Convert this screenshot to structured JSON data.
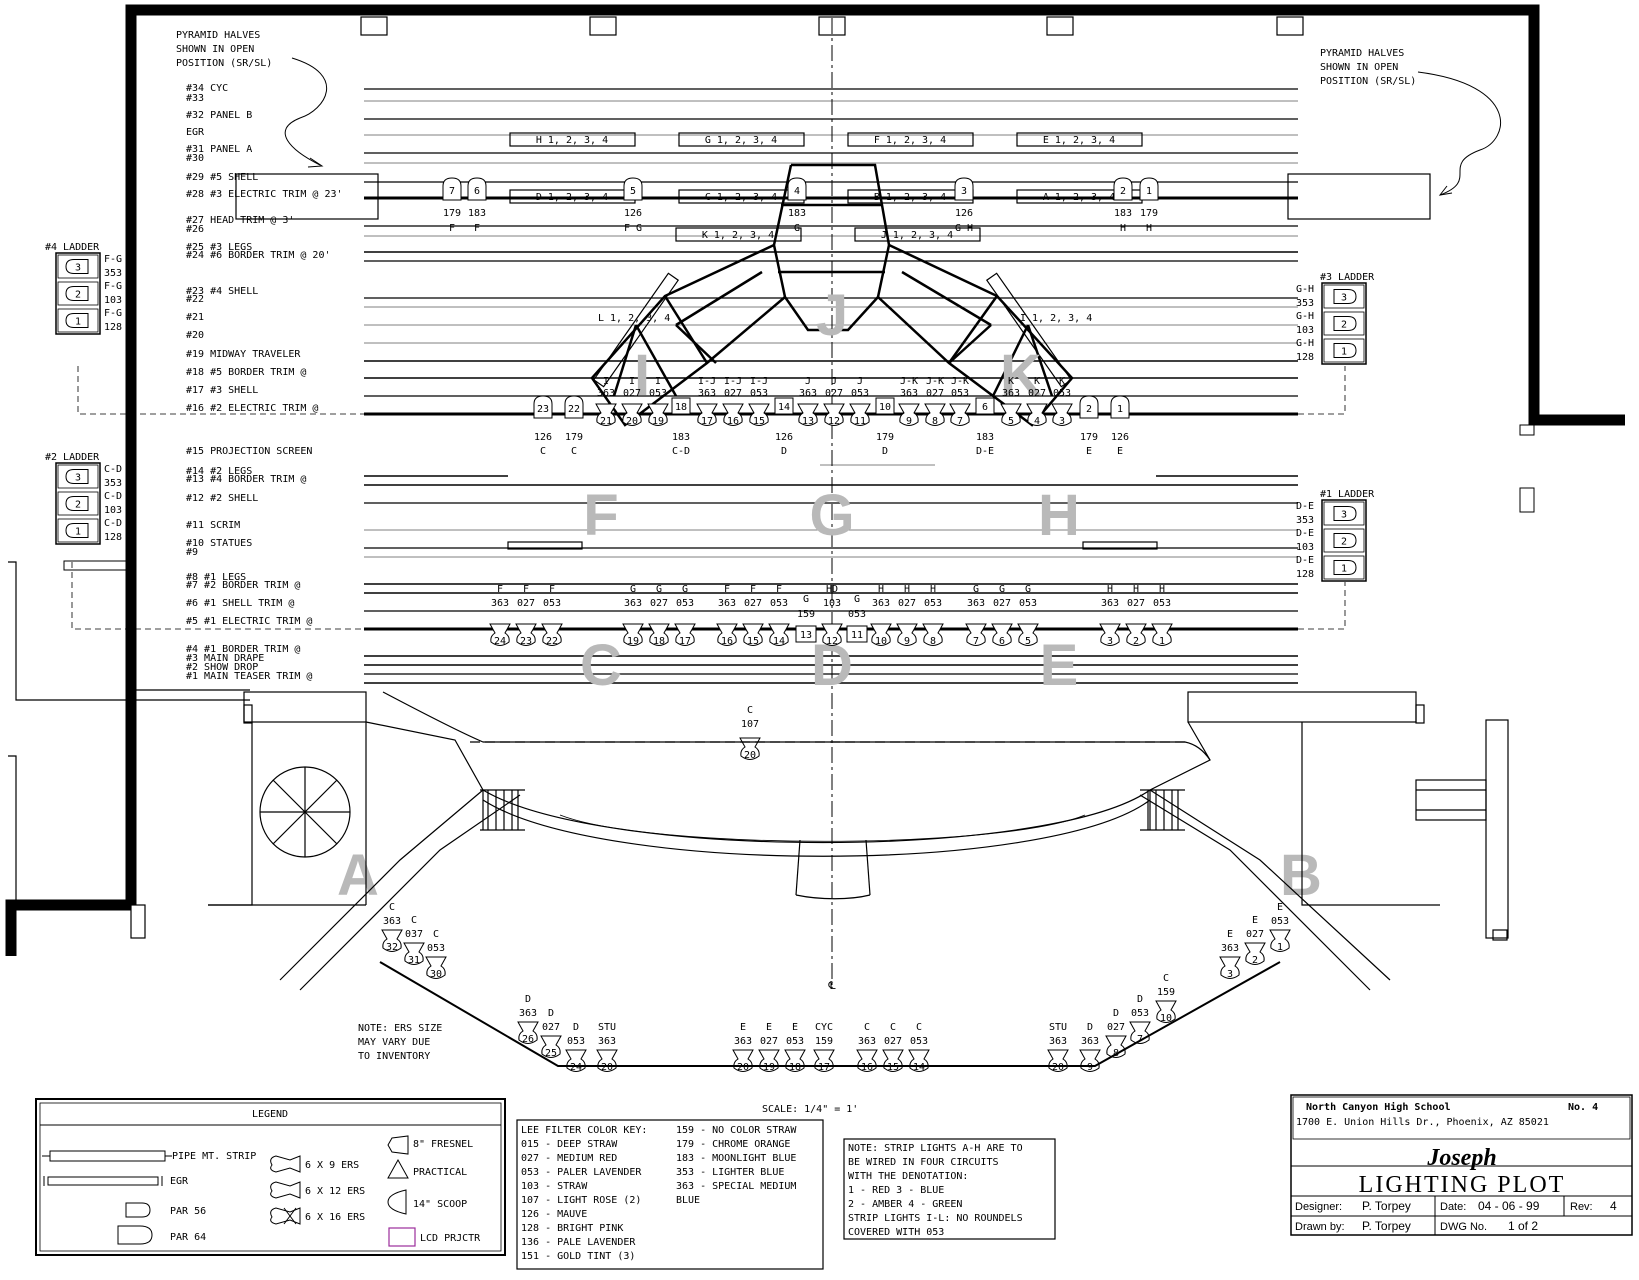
{
  "notes": {
    "pyramid_left": [
      "PYRAMID HALVES",
      "SHOWN IN OPEN",
      "POSITION (SR/SL)"
    ],
    "pyramid_right": [
      "PYRAMID HALVES",
      "SHOWN IN OPEN",
      "POSITION (SR/SL)"
    ],
    "ers": [
      "NOTE: ERS SIZE",
      "MAY VARY DUE",
      "TO INVENTORY"
    ],
    "strip": [
      "NOTE: STRIP LIGHTS A-H ARE TO",
      "BE WIRED IN FOUR CIRCUITS",
      "WITH THE DENOTATION:",
      "1 - RED        3 - BLUE",
      "2 - AMBER      4 - GREEN",
      "STRIP LIGHTS I-L: NO ROUNDELS",
      "COVERED WITH 053"
    ]
  },
  "linesets": [
    {
      "label": "#34 CYC"
    },
    {
      "label": "#33"
    },
    {
      "label": "#32 PANEL B"
    },
    {
      "label": "EGR"
    },
    {
      "label": "#31 PANEL A"
    },
    {
      "label": "#30"
    },
    {
      "label": "#29 #5 SHELL"
    },
    {
      "label": "#28 #3 ELECTRIC TRIM @ 23'"
    },
    {
      "label": "#27 HEAD       TRIM @  3'"
    },
    {
      "label": "#26"
    },
    {
      "label": "#25 #3 LEGS"
    },
    {
      "label": "#24 #6 BORDER   TRIM @ 20'"
    },
    {
      "label": "#23 #4 SHELL"
    },
    {
      "label": "#22"
    },
    {
      "label": "#21"
    },
    {
      "label": "#20"
    },
    {
      "label": "#19 MIDWAY TRAVELER"
    },
    {
      "label": "#18 #5 BORDER   TRIM @"
    },
    {
      "label": "#17 #3 SHELL"
    },
    {
      "label": "#16 #2 ELECTRIC TRIM @"
    },
    {
      "label": "#15 PROJECTION SCREEN"
    },
    {
      "label": "#14 #2 LEGS"
    },
    {
      "label": "#13 #4 BORDER   TRIM @"
    },
    {
      "label": "#12 #2 SHELL"
    },
    {
      "label": "#11 SCRIM"
    },
    {
      "label": "#10 STATUES"
    },
    {
      "label": "#9"
    },
    {
      "label": "#8  #1 LEGS"
    },
    {
      "label": "#7  #2 BORDER   TRIM @"
    },
    {
      "label": "#6  #1 SHELL    TRIM @"
    },
    {
      "label": "#5  #1 ELECTRIC TRIM @"
    },
    {
      "label": "#4  #1 BORDER   TRIM @"
    },
    {
      "label": "#3  MAIN DRAPE"
    },
    {
      "label": "#2  SHOW DROP"
    },
    {
      "label": "#1  MAIN TEASER TRIM @"
    }
  ],
  "strips_row1": [
    "H 1, 2, 3, 4",
    "G 1, 2, 3, 4",
    "F 1, 2, 3, 4",
    "E 1, 2, 3, 4"
  ],
  "strips_row2": [
    "D 1, 2, 3, 4",
    "C 1, 2, 3, 4",
    "B 1, 2, 3, 4",
    "A 1, 2, 3, 4"
  ],
  "strips_row3": [
    "K 1, 2, 3, 4",
    "J 1, 2, 3, 4"
  ],
  "strips_side": [
    "L 1, 2, 3, 4",
    "I 1, 2, 3, 4"
  ],
  "electric3_units": [
    {
      "num": "7",
      "color": "179",
      "area": "F"
    },
    {
      "num": "6",
      "color": "183",
      "area": "F"
    },
    {
      "num": "5",
      "color": "126",
      "area": "F G"
    },
    {
      "num": "4",
      "color": "183",
      "area": "G"
    },
    {
      "num": "3",
      "color": "126",
      "area": "G H"
    },
    {
      "num": "2",
      "color": "183",
      "area": "H"
    },
    {
      "num": "1",
      "color": "179",
      "area": "H"
    }
  ],
  "ladders": [
    {
      "title": "#4 LADDER",
      "rows": [
        {
          "num": "3",
          "area": "F-G",
          "color": "353"
        },
        {
          "num": "2",
          "area": "F-G",
          "color": "103"
        },
        {
          "num": "1",
          "area": "F-G",
          "color": "128"
        }
      ]
    },
    {
      "title": "#3 LADDER",
      "rows": [
        {
          "num": "3",
          "area": "G-H",
          "color": "353"
        },
        {
          "num": "2",
          "area": "G-H",
          "color": "103"
        },
        {
          "num": "1",
          "area": "G-H",
          "color": "128"
        }
      ]
    },
    {
      "title": "#2 LADDER",
      "rows": [
        {
          "num": "3",
          "area": "C-D",
          "color": "353"
        },
        {
          "num": "2",
          "area": "C-D",
          "color": "103"
        },
        {
          "num": "1",
          "area": "C-D",
          "color": "128"
        }
      ]
    },
    {
      "title": "#1 LADDER",
      "rows": [
        {
          "num": "3",
          "area": "D-E",
          "color": "353"
        },
        {
          "num": "2",
          "area": "D-E",
          "color": "103"
        },
        {
          "num": "1",
          "area": "D-E",
          "color": "128"
        }
      ]
    }
  ],
  "electric2_top": [
    {
      "area": "I",
      "color": "363",
      "num": "21"
    },
    {
      "area": "I",
      "color": "027",
      "num": "20"
    },
    {
      "area": "I",
      "color": "053",
      "num": "19"
    },
    {
      "area": "",
      "color": "",
      "num": "18"
    },
    {
      "area": "I-J",
      "color": "363",
      "num": "17"
    },
    {
      "area": "I-J",
      "color": "027",
      "num": "16"
    },
    {
      "area": "I-J",
      "color": "053",
      "num": "15"
    },
    {
      "area": "",
      "color": "",
      "num": "14"
    },
    {
      "area": "J",
      "color": "363",
      "num": "13"
    },
    {
      "area": "J",
      "color": "027",
      "num": "12"
    },
    {
      "area": "J",
      "color": "053",
      "num": "11"
    },
    {
      "area": "",
      "color": "",
      "num": "10"
    },
    {
      "area": "J-K",
      "color": "363",
      "num": "9"
    },
    {
      "area": "J-K",
      "color": "027",
      "num": "8"
    },
    {
      "area": "J-K",
      "color": "053",
      "num": "7"
    },
    {
      "area": "",
      "color": "",
      "num": "6"
    },
    {
      "area": "K",
      "color": "363",
      "num": "5"
    },
    {
      "area": "K",
      "color": "027",
      "num": "4"
    },
    {
      "area": "K",
      "color": "053",
      "num": "3"
    }
  ],
  "electric2_pars": [
    {
      "num": "23",
      "color": "126",
      "area": "C"
    },
    {
      "num": "22",
      "color": "179",
      "area": "C"
    },
    {
      "num": "18",
      "color": "183",
      "area": "C-D"
    },
    {
      "num": "14",
      "color": "126",
      "area": "D"
    },
    {
      "num": "10",
      "color": "179",
      "area": "D"
    },
    {
      "num": "6",
      "color": "183",
      "area": "D-E"
    },
    {
      "num": "2",
      "color": "179",
      "area": "E"
    },
    {
      "num": "1",
      "color": "126",
      "area": "E"
    }
  ],
  "electric1_units": [
    {
      "area": "F",
      "color": "363",
      "num": "24"
    },
    {
      "area": "F",
      "color": "027",
      "num": "23"
    },
    {
      "area": "F",
      "color": "053",
      "num": "22"
    },
    {
      "area": "G",
      "color": "363",
      "num": "19"
    },
    {
      "area": "G",
      "color": "027",
      "num": "18"
    },
    {
      "area": "G",
      "color": "053",
      "num": "17"
    },
    {
      "area": "F",
      "color": "363",
      "num": "16"
    },
    {
      "area": "F",
      "color": "027",
      "num": "15"
    },
    {
      "area": "F",
      "color": "053",
      "num": "14"
    },
    {
      "area": "G",
      "color": "159",
      "num": "13"
    },
    {
      "area": "HD",
      "color": "103",
      "num": "12"
    },
    {
      "area": "G",
      "color": "053",
      "num": "11"
    },
    {
      "area": "H",
      "color": "363",
      "num": "10"
    },
    {
      "area": "H",
      "color": "027",
      "num": "9"
    },
    {
      "area": "H",
      "color": "053",
      "num": "8"
    },
    {
      "area": "G",
      "color": "363",
      "num": "7"
    },
    {
      "area": "G",
      "color": "027",
      "num": "6"
    },
    {
      "area": "G",
      "color": "053",
      "num": "5"
    },
    {
      "area": "H",
      "color": "363",
      "num": "3"
    },
    {
      "area": "H",
      "color": "027",
      "num": "2"
    },
    {
      "area": "H",
      "color": "053",
      "num": "1"
    }
  ],
  "apron_unit": {
    "area": "C",
    "color": "107",
    "num": "20"
  },
  "foh_units": [
    {
      "area": "C",
      "color": "363",
      "num": "32"
    },
    {
      "area": "C",
      "color": "037",
      "num": "31"
    },
    {
      "area": "C",
      "color": "053",
      "num": "30"
    },
    {
      "area": "D",
      "color": "363",
      "num": "26"
    },
    {
      "area": "D",
      "color": "027",
      "num": "25"
    },
    {
      "area": "D",
      "color": "053",
      "num": "24"
    },
    {
      "area": "STU",
      "color": "363",
      "num": "20"
    },
    {
      "area": "E",
      "color": "363",
      "num": "20"
    },
    {
      "area": "E",
      "color": "027",
      "num": "19"
    },
    {
      "area": "E",
      "color": "053",
      "num": "18"
    },
    {
      "area": "CYC",
      "color": "159",
      "num": "17"
    },
    {
      "area": "C",
      "color": "363",
      "num": "16"
    },
    {
      "area": "C",
      "color": "027",
      "num": "15"
    },
    {
      "area": "C",
      "color": "053",
      "num": "14"
    },
    {
      "area": "STU",
      "color": "363",
      "num": "20"
    },
    {
      "area": "D",
      "color": "363",
      "num": "9"
    },
    {
      "area": "D",
      "color": "027",
      "num": "8"
    },
    {
      "area": "D",
      "color": "053",
      "num": "7"
    },
    {
      "area": "C",
      "color": "159",
      "num": "10"
    },
    {
      "area": "E",
      "color": "363",
      "num": "3"
    },
    {
      "area": "E",
      "color": "027",
      "num": "2"
    },
    {
      "area": "E",
      "color": "053",
      "num": "1"
    }
  ],
  "areas": [
    "J",
    "I",
    "K",
    "F",
    "G",
    "H",
    "C",
    "D",
    "E",
    "A",
    "B"
  ],
  "centerline": "℄",
  "scale": "SCALE: 1/4\" = 1'",
  "legend": {
    "title": "LEGEND",
    "items": [
      "PIPE MT. STRIP",
      "EGR",
      "PAR 56",
      "PAR 64",
      "6 X 9 ERS",
      "6 X 12 ERS",
      "6 X 16 ERS",
      "8\" FRESNEL",
      "PRACTICAL",
      "14\" SCOOP",
      "LCD PRJCTR"
    ]
  },
  "filter_key": {
    "title": "LEE FILTER COLOR KEY:",
    "col1": [
      "015 - DEEP STRAW",
      "027 - MEDIUM RED",
      "053 - PALER LAVENDER",
      "103 - STRAW",
      "107 - LIGHT ROSE (2)",
      "126 - MAUVE",
      "128 - BRIGHT PINK",
      "136 - PALE LAVENDER",
      "151 - GOLD TINT (3)"
    ],
    "col2": [
      "159 - NO COLOR STRAW",
      "179 - CHROME ORANGE",
      "183 - MOONLIGHT BLUE",
      "353 - LIGHTER BLUE",
      "363 - SPECIAL MEDIUM",
      "      BLUE"
    ]
  },
  "title_block": {
    "school": "North Canyon High School",
    "number": "No. 4",
    "address": "1700 E. Union Hills Dr., Phoenix, AZ 85021",
    "show": "Joseph",
    "sheet": "LIGHTING PLOT",
    "designer_label": "Designer:",
    "designer": "P. Torpey",
    "date_label": "Date:",
    "date": "04 - 06 - 99",
    "rev_label": "Rev:",
    "rev": "4",
    "drawn_label": "Drawn by:",
    "drawn": "P. Torpey",
    "dwg_label": "DWG No.",
    "dwg": "1 of 2"
  },
  "colors": {
    "line": "#000000",
    "area_letter": "#b9b9b9",
    "lcd": "#9b2d9b"
  }
}
